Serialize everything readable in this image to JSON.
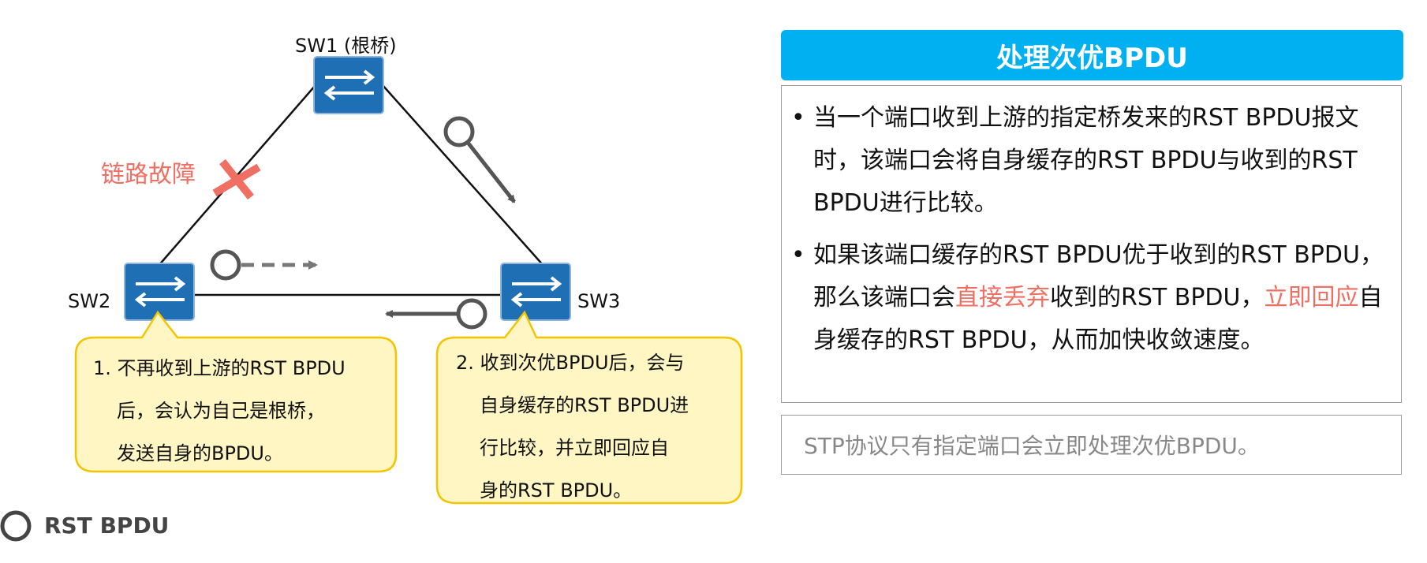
{
  "switches": {
    "sw1_label": "SW1 (根桥)",
    "sw2_label": "SW2",
    "sw3_label": "SW3",
    "icon": "switch-icon"
  },
  "fault_label": "链路故障",
  "callout1": {
    "line1": "1. 不再收到上游的RST  BPDU",
    "line2": "后，会认为自己是根桥，",
    "line3": "发送自身的BPDU。"
  },
  "callout2": {
    "line1": "2. 收到次优BPDU后，会与",
    "line2": "自身缓存的RST  BPDU进",
    "line3": "行比较，并立即回应自",
    "line4": "身的RST BPDU。"
  },
  "legend": {
    "label": "RST BPDU",
    "icon": "circle-icon"
  },
  "panel": {
    "title": "处理次优BPDU",
    "bullet1": "当一个端口收到上游的指定桥发来的RST  BPDU报文时，该端口会将自身缓存的RST  BPDU与收到的RST BPDU进行比较。",
    "bullet2_a": "如果该端口缓存的RST  BPDU优于收到的RST  BPDU，那么该端口会",
    "bullet2_red1": "直接丢弃",
    "bullet2_b": "收到的RST  BPDU，",
    "bullet2_red2": "立即回应",
    "bullet2_c": "自身缓存的RST BPDU，从而加快收敛速度。",
    "note": "STP协议只有指定端口会立即处理次优BPDU。"
  },
  "colors": {
    "accent": "#00b0f0",
    "switch": "#1f6fb5",
    "fault": "#ef6f62",
    "callout_fill": "#fff6c3",
    "callout_border": "#f5c400",
    "arrow": "#555555"
  }
}
